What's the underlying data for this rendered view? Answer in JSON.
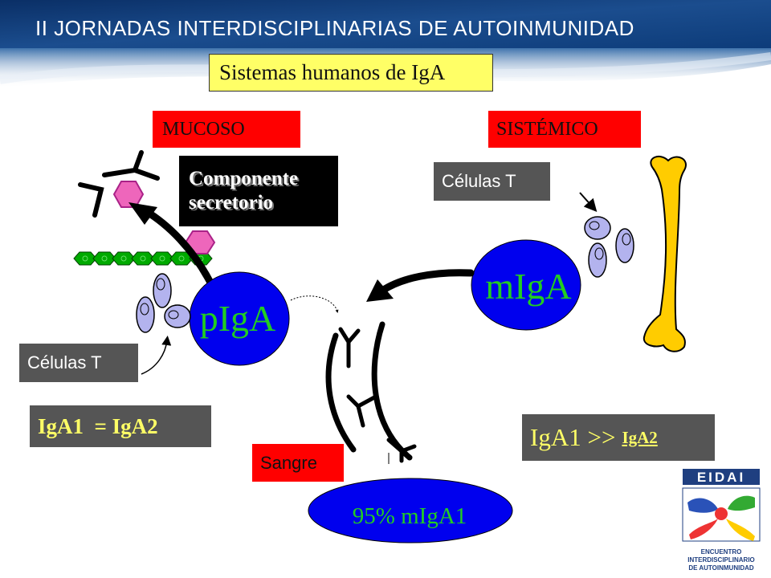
{
  "header": {
    "title": "II JORNADAS INTERDISCIPLINARIAS DE AUTOINMUNIDAD"
  },
  "labels": {
    "title": "Sistemas humanos de IgA",
    "mucoso": "MUCOSO",
    "sistemico": "SISTÉMICO",
    "componente_line1": "Componente",
    "componente_line2": "secretorio",
    "celulas_t_right": "Células T",
    "celulas_t_left": "Células T",
    "piga": "pIgA",
    "miga": "mIgA",
    "iga_eq": "IgA1  = IgA2",
    "iga_gt_main": "IgA1 >>",
    "iga_gt_small": "IgA2",
    "sangre": "Sangre",
    "miga1": "95% mIgA1"
  },
  "logo": {
    "name": "EIDAI",
    "line1": "ENCUENTRO",
    "line2": "INTERDISCIPLINARIO",
    "line3": "DE AUTOINMUNIDAD"
  },
  "colors": {
    "header_blue": "#0d3c7a",
    "label_red": "#ff0000",
    "title_yellow": "#ffff66",
    "cell_blue": "#0000ee",
    "text_green": "#22cc22",
    "cell_lilac": "#b3b3ee",
    "bone_yellow": "#ffcc00",
    "hexagon_pink": "#ee66bb",
    "epithelium_green": "#00aa00",
    "dark_box": "#555555"
  },
  "icons": [
    "antibody-icon",
    "hexagon-icon",
    "t-cell-icon",
    "bone-icon",
    "arrow-icon",
    "epithelium-icon",
    "eidai-logo"
  ]
}
